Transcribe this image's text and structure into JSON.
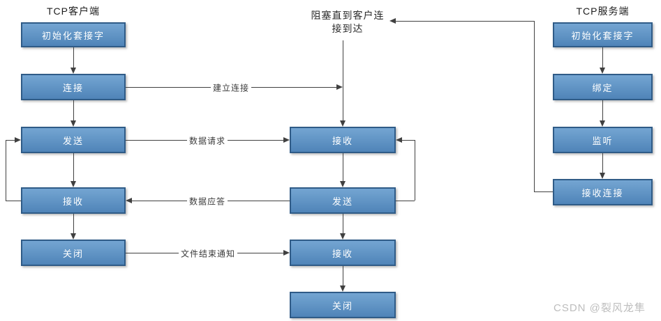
{
  "diagram": {
    "client": {
      "title": "TCP客户端",
      "boxes": [
        "初始化套接字",
        "连接",
        "发送",
        "接收",
        "关闭"
      ]
    },
    "middle": {
      "note_lines": [
        "阻塞直到客户连",
        "接到达"
      ],
      "boxes": [
        "接收",
        "发送",
        "接收",
        "关闭"
      ]
    },
    "server": {
      "title": "TCP服务端",
      "boxes": [
        "初始化套接字",
        "绑定",
        "监听",
        "接收连接"
      ]
    },
    "labels": {
      "establish": "建立连接",
      "request": "数据请求",
      "reply": "数据应答",
      "eof": "文件结束通知"
    },
    "watermark": "CSDN @裂风龙隼",
    "colors": {
      "box_top": "#74a5d2",
      "box_bottom": "#4f84b8",
      "box_border": "#2f5b87",
      "line": "#404040",
      "label_text": "#3a3a3a",
      "watermark": "#bdbdbd"
    }
  }
}
